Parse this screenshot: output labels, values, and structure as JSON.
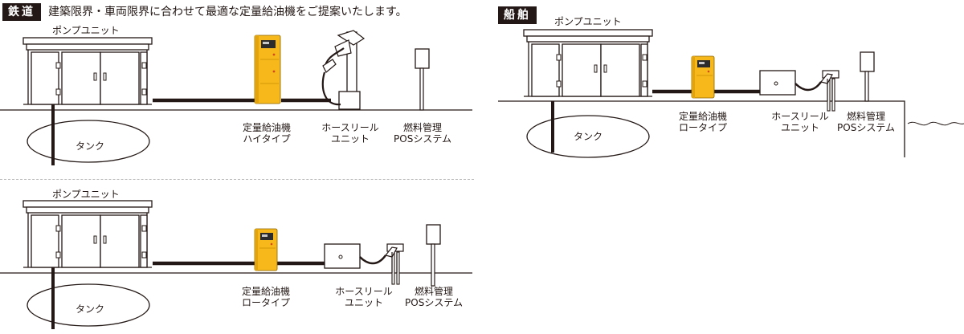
{
  "rail": {
    "tag": "鉄道",
    "heading": "建築限界・車両限界に合わせて最適な定量給油機をご提案いたします。",
    "top": {
      "pump_unit": "ポンプユニット",
      "tank": "タンク",
      "dispenser": [
        "定量給油機",
        "ハイタイプ"
      ],
      "hose_reel": [
        "ホースリール",
        "ユニット"
      ],
      "pos": [
        "燃料管理",
        "POSシステム"
      ]
    },
    "bottom": {
      "pump_unit": "ポンプユニット",
      "tank": "タンク",
      "dispenser": [
        "定量給油機",
        "ロータイプ"
      ],
      "hose_reel": [
        "ホースリール",
        "ユニット"
      ],
      "pos": [
        "燃料管理",
        "POSシステム"
      ]
    }
  },
  "ship": {
    "tag": "船舶",
    "pump_unit": "ポンプユニット",
    "tank": "タンク",
    "dispenser": [
      "定量給油機",
      "ロータイプ"
    ],
    "hose_reel": [
      "ホースリール",
      "ユニット"
    ],
    "pos": [
      "燃料管理",
      "POSシステム"
    ]
  },
  "colors": {
    "dispenser_yellow": "#f6b81a",
    "line": "#231815",
    "tag_bg": "#231815"
  }
}
